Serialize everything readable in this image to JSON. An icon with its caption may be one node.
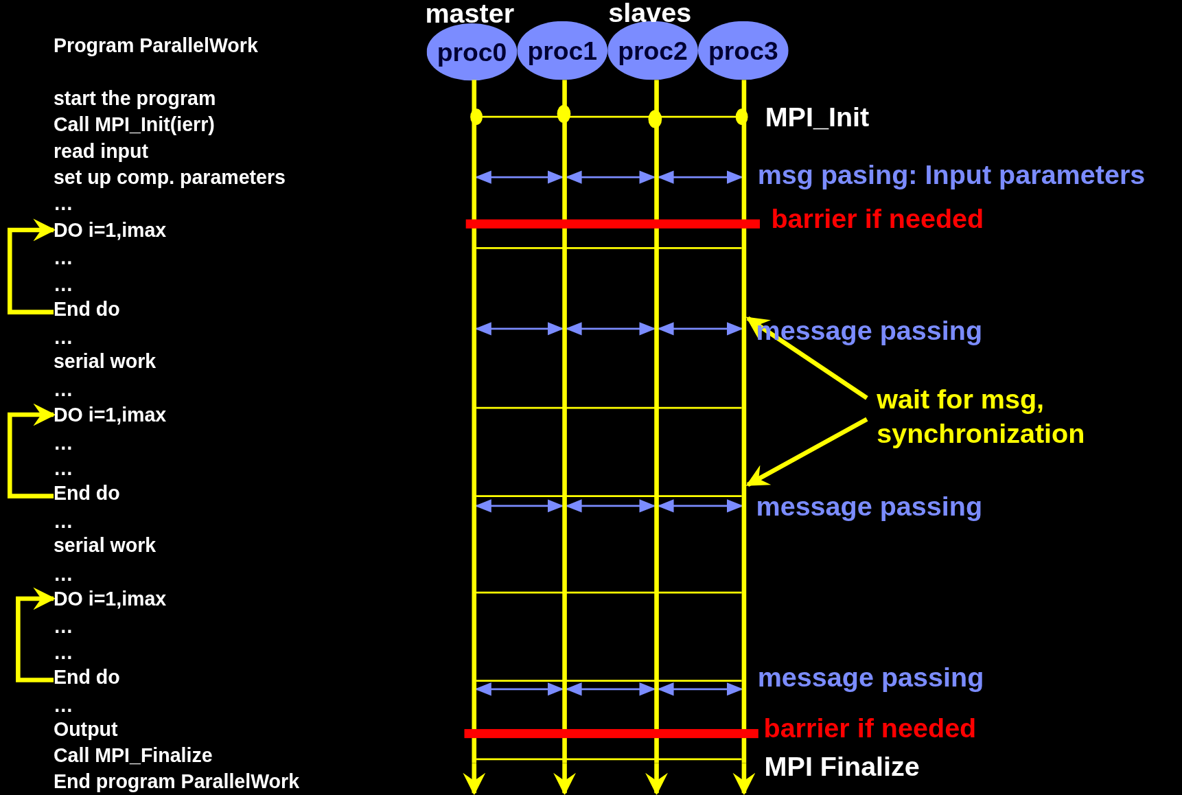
{
  "diagram": {
    "nodes": [
      {
        "text": [
          "proc0"
        ],
        "beside": [
          "master"
        ]
      },
      {
        "text": [
          "proc1"
        ]
      },
      {
        "text": [
          "proc2"
        ]
      },
      {
        "text": [
          "proc3"
        ]
      },
      {
        "text": [
          "wait for msg, synchronization"
        ]
      },
      {
        "text": [],
        "shape": "bar"
      },
      {
        "text": [],
        "shape": "bar"
      },
      {
        "text": [],
        "shape": "bar"
      },
      {
        "text": [],
        "shape": "bar"
      },
      {
        "text": [],
        "shape": "bar",
        "beside": [
          "barrier if needed"
        ]
      },
      {
        "text": [],
        "shape": "bar",
        "beside": [
          "barrier if needed"
        ]
      },
      {
        "text": [
          "DO i=1,imax"
        ]
      },
      {
        "text": [
          "End do"
        ]
      },
      {
        "text": [
          "DO i=1,imax"
        ]
      },
      {
        "text": [
          "End do"
        ]
      },
      {
        "text": [
          "DO i=1,imax"
        ]
      },
      {
        "text": [
          "End do"
        ]
      }
    ],
    "edges": [
      {
        "from": 5,
        "to": null,
        "arrow": "to",
        "style": "thick"
      },
      {
        "from": 6,
        "to": null,
        "arrow": "to",
        "style": "thick"
      },
      {
        "from": 7,
        "to": null,
        "arrow": "to",
        "style": "thick"
      },
      {
        "from": 8,
        "to": null,
        "arrow": "to",
        "style": "thick"
      },
      {
        "from": 5,
        "to": 6,
        "arrow": "both",
        "color": "#7b8cff"
      },
      {
        "from": 6,
        "to": 7,
        "arrow": "both",
        "color": "#7b8cff"
      },
      {
        "from": 7,
        "to": 8,
        "arrow": "both",
        "color": "#7b8cff"
      },
      {
        "from": 5,
        "to": 6,
        "arrow": "both",
        "color": "#7b8cff"
      },
      {
        "from": 6,
        "to": 7,
        "arrow": "both",
        "color": "#7b8cff"
      },
      {
        "from": 7,
        "to": 8,
        "arrow": "both",
        "color": "#7b8cff"
      },
      {
        "from": 5,
        "to": 6,
        "arrow": "both",
        "color": "#7b8cff"
      },
      {
        "from": 6,
        "to": 7,
        "arrow": "both",
        "color": "#7b8cff"
      },
      {
        "from": 7,
        "to": 8,
        "arrow": "both",
        "color": "#7b8cff"
      },
      {
        "from": 5,
        "to": 6,
        "arrow": "both",
        "color": "#7b8cff"
      },
      {
        "from": 6,
        "to": 7,
        "arrow": "both",
        "color": "#7b8cff"
      },
      {
        "from": 7,
        "to": 8,
        "arrow": "both",
        "color": "#7b8cff"
      },
      {
        "from": 4,
        "to": 8,
        "arrow": "to",
        "style": "thick"
      },
      {
        "from": 4,
        "to": 8,
        "arrow": "to",
        "style": "thick"
      },
      {
        "from": 12,
        "to": 11,
        "arrow": "to",
        "style": "thick"
      },
      {
        "from": 14,
        "to": 13,
        "arrow": "to",
        "style": "thick"
      },
      {
        "from": 16,
        "to": 15,
        "arrow": "to",
        "style": "thick"
      },
      {
        "from": 5,
        "to": 8,
        "arrow": "other"
      },
      {
        "from": 5,
        "to": 8,
        "arrow": "none"
      },
      {
        "from": 5,
        "to": 8,
        "arrow": "none"
      },
      {
        "from": 5,
        "to": 8,
        "arrow": "none"
      },
      {
        "from": 5,
        "to": 8,
        "arrow": "none"
      },
      {
        "from": 5,
        "to": 8,
        "arrow": "none"
      },
      {
        "from": 5,
        "to": 8,
        "arrow": "none"
      }
    ],
    "labels": [
      "slaves",
      "Program ParallelWork",
      "start the program",
      "Call MPI_Init(ierr)",
      "read input",
      "set up comp. parameters",
      "…",
      "…",
      "…",
      "…",
      "serial work",
      "…",
      "…",
      "…",
      "…",
      "serial work",
      "…",
      "…",
      "…",
      "…",
      "Output",
      "Call MPI_Finalize",
      "End program ParallelWork",
      "MPI_Init",
      "msg pasing: Input parameters",
      "message passing",
      "message passing",
      "message passing",
      "MPI Finalize"
    ]
  }
}
